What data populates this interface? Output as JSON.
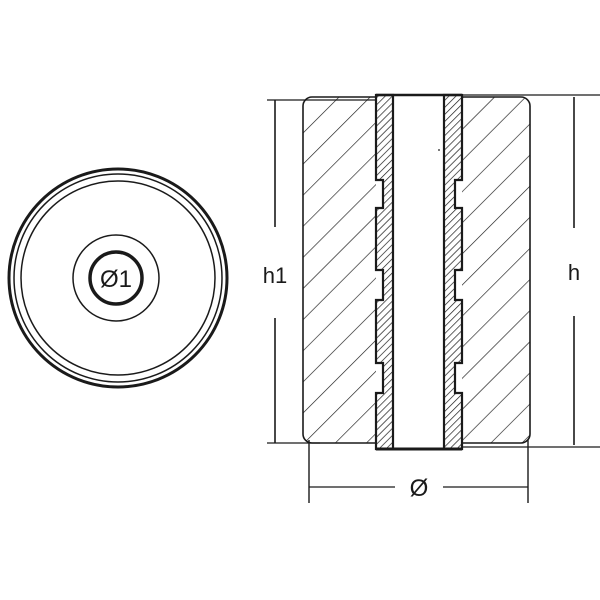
{
  "drawing": {
    "type": "technical-drawing",
    "subject": "cylindrical anode with threaded insert",
    "colors": {
      "stroke": "#1a1a1a",
      "background": "#ffffff"
    }
  },
  "front_view": {
    "bore_label": "Ø1"
  },
  "section_view": {
    "height_label_left": "h1",
    "height_label_right": "h",
    "diameter_label": "Ø"
  }
}
